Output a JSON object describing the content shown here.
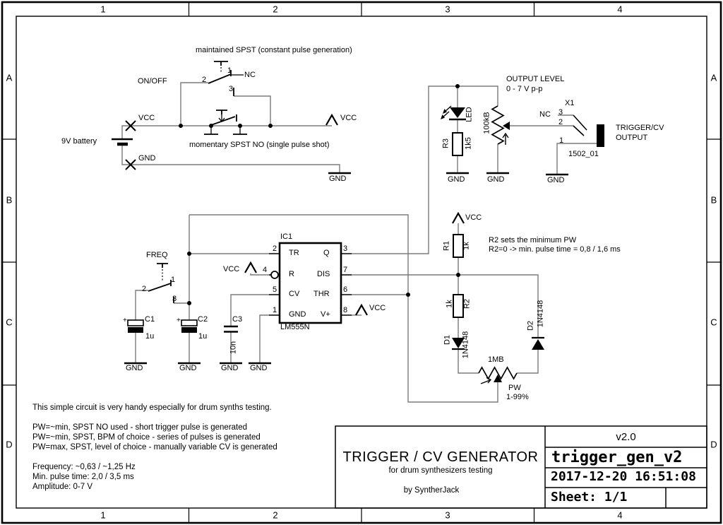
{
  "frame": {
    "columns": [
      "1",
      "2",
      "3",
      "4"
    ],
    "rows": [
      "A",
      "B",
      "C",
      "D"
    ]
  },
  "nets": {
    "vcc": "VCC",
    "gnd": "GND",
    "nc": "NC"
  },
  "pins": {
    "p1": "1",
    "p2": "2",
    "p3": "3",
    "p4": "4",
    "p5": "5",
    "p6": "6",
    "p7": "7",
    "p8": "8"
  },
  "power_section": {
    "battery": "9V battery",
    "onoff": "ON/OFF",
    "maintained_note": "maintained SPST (constant pulse generation)",
    "momentary_note": "momentary SPST NO (single pulse shot)"
  },
  "freq_section": {
    "label": "FREQ",
    "plus": "+",
    "c1": {
      "name": "C1",
      "value": "1u"
    },
    "c2": {
      "name": "C2",
      "value": "1u"
    },
    "c3": {
      "name": "C3",
      "value": "10n"
    }
  },
  "ic": {
    "name": "IC1",
    "part": "LM555N",
    "pins": {
      "tr": "TR",
      "q": "Q",
      "r": "R",
      "dis": "DIS",
      "cv": "CV",
      "thr": "THR",
      "gnd": "GND",
      "vplus": "V+"
    }
  },
  "timing": {
    "r1": {
      "name": "R1",
      "value": "1k"
    },
    "r2": {
      "name": "R2",
      "value": "1k"
    },
    "d1": {
      "name": "D1",
      "value": "1N4148"
    },
    "d2": {
      "name": "D2",
      "value": "1N4148"
    },
    "pot": {
      "value": "1MB"
    },
    "pw_label": "PW",
    "pw_range": "1-99%",
    "note1": "R2 sets the minimum PW",
    "note2": "R2=0 -> min. pulse time = 0,8 / 1,6 ms"
  },
  "output_section": {
    "title": "OUTPUT LEVEL",
    "subtitle": "0 - 7 V p-p",
    "led": "LED",
    "r3": {
      "name": "R3",
      "value": "1k5"
    },
    "pot_value": "100kB",
    "jack": {
      "name": "X1",
      "part": "1502_01",
      "line1": "TRIGGER/CV",
      "line2": "OUTPUT"
    }
  },
  "notes": {
    "intro": "This simple circuit is very handy especially for drum synths testing.",
    "usage": [
      "PW=~min, SPST NO used - short trigger pulse is generated",
      "PW=~min, SPST, BPM of choice - series of pulses is generated",
      "PW=max, SPST, level of choice - manually variable CV is generated"
    ],
    "specs": [
      "Frequency: ~0,63 / ~1,25 Hz",
      "Min. pulse time: 2,0 / 3,5 ms",
      "Amplitude: 0-7 V"
    ]
  },
  "title_block": {
    "title": "TRIGGER / CV GENERATOR",
    "subtitle": "for drum synthesizers testing",
    "author": "by SyntherJack",
    "version": "v2.0",
    "filename": "trigger_gen_v2",
    "datetime": "2017-12-20 16:51:08",
    "sheet": "Sheet: 1/1"
  },
  "colors": {
    "wire": "#7b7b7b",
    "symbol": "#000000",
    "paper": "#ffffff"
  }
}
